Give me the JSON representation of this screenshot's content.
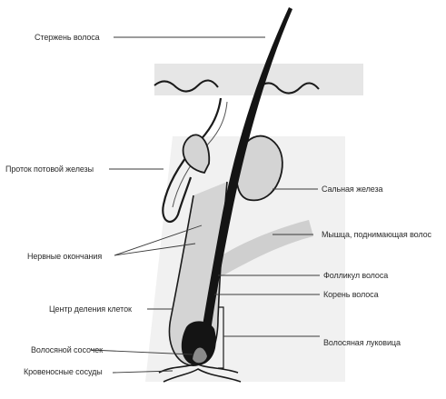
{
  "labels": {
    "shaft": "Стержень волоса",
    "sweat_duct": "Проток потовой железы",
    "sebaceous": "Сальная железа",
    "muscle": "Мышца, поднимающая волос",
    "nerves": "Нервные окончания",
    "follicle": "Фолликул волоса",
    "cell_center": "Центр деления клеток",
    "root": "Корень волоса",
    "papilla": "Волосяной сосочек",
    "bulb": "Волосяная луковица",
    "vessels": "Кровеносные сосуды"
  },
  "colors": {
    "ink": "#1a1a1a",
    "skin": "#e6e6e6",
    "tissue": "#d4d4d4",
    "muscle": "#c9c9c9",
    "text": "#2b2b2b"
  }
}
